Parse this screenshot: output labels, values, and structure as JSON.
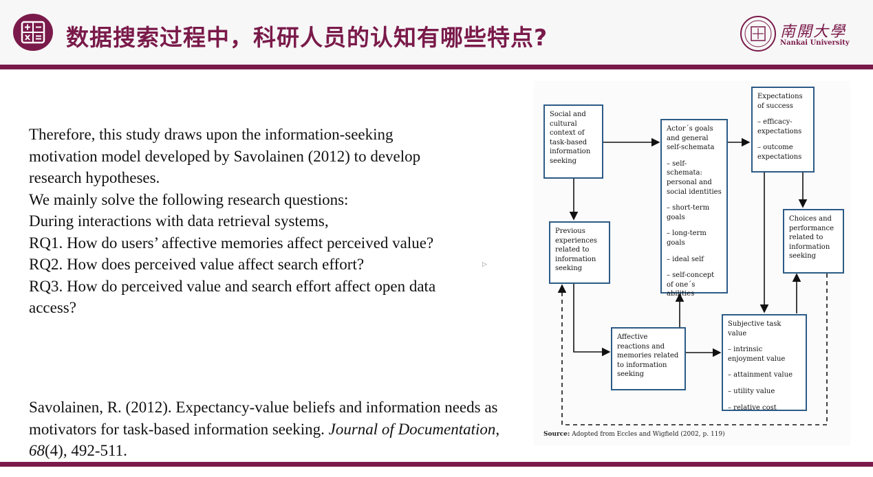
{
  "header": {
    "title": "数据搜索过程中，科研人员的认知有哪些特点?",
    "university_cn": "南開大學",
    "university_en": "Nankai University"
  },
  "body": {
    "lines": [
      "Therefore, this study draws upon the information-seeking",
      "motivation model developed by Savolainen (2012) to develop",
      "research hypotheses.",
      "We mainly solve the following research questions:",
      "During interactions with data retrieval systems,",
      "RQ1. How do users’ affective memories affect perceived value?",
      "RQ2. How does perceived value affect search effort?",
      "RQ3. How do perceived value and search effort affect open data",
      "access?"
    ]
  },
  "reference": {
    "part1": "Savolainen, R. (2012). Expectancy-value beliefs and information needs as motivators for task-based information seeking. ",
    "journal": "Journal of Documentation",
    "sep": ", ",
    "volume": "68",
    "rest": "(4), 492-511."
  },
  "diagram": {
    "social": "Social and cultural context of task-based information seeking",
    "previous": "Previous experiences related to information seeking",
    "affective": "Affective reactions and memories related to information seeking",
    "actors": {
      "head": "Actor´s goals and general self-schemata",
      "items": [
        "– self-schemata: personal and social identities",
        "– short-term goals",
        "– long-term goals",
        "– ideal self",
        "– self-concept of one´s abilities"
      ]
    },
    "expectations": {
      "head": "Expectations of success",
      "items": [
        "– efficacy-expectations",
        "– outcome expectations"
      ]
    },
    "choices": "Choices and performance related to information seeking",
    "subjective": {
      "head": "Subjective task value",
      "items": [
        "– intrinsic enjoyment value",
        "– attainment value",
        "– utility value",
        "– relative cost"
      ]
    },
    "source_label": "Source:",
    "source_text": " Adopted from Eccles and Wigfield (2002, p. 119)"
  },
  "colors": {
    "accent": "#7a1a4a",
    "box_border": "#2b5a86"
  }
}
